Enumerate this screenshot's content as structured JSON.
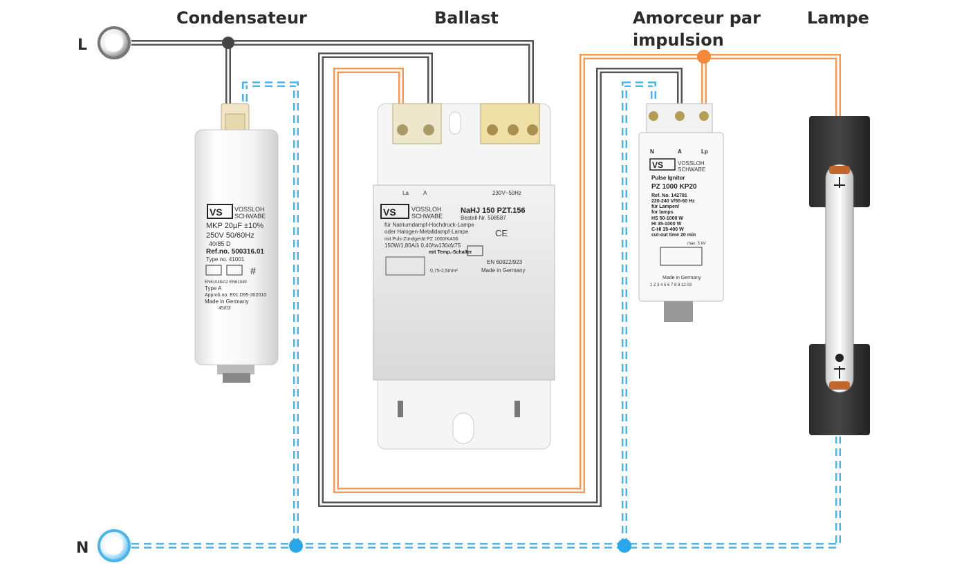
{
  "labels": {
    "line": "L",
    "neutral": "N",
    "capacitor": "Condensateur",
    "ballast": "Ballast",
    "ignitor_line1": "Amorceur par",
    "ignitor_line2": "impulsion",
    "lamp": "Lampe"
  },
  "colors": {
    "phase_wire": "#555555",
    "neutral_wire": "#4fb3e6",
    "ignitor_wire": "#f29a57",
    "node_dark": "#444444",
    "node_blue": "#2aa7ea",
    "node_orange": "#f28a3a"
  },
  "capacitor": {
    "brand1": "VOSSLOH",
    "brand2": "SCHWABE",
    "line1": "MKP 20µF ±10%",
    "line2": "250V  50/60Hz",
    "line3": "40/85      D",
    "line4": "Ref.no. 500316.01",
    "line5": "Type no.  41001",
    "line6": "EN61048/A2  EN61049",
    "line7": "Type A",
    "line8": "Approb.no. E01.D95-302010",
    "line9": "Made in Germany",
    "line10": "45/03"
  },
  "ballast": {
    "brand1": "VOSSLOH",
    "brand2": "SCHWABE",
    "term_la": "La",
    "term_a": "A",
    "supply": "230V~50Hz",
    "model": "NaHJ 150 PZT.156",
    "order": "Bestell-Nr. 508587",
    "line1": "für Natriumdampf-Hochdruck-Lampe",
    "line2": "oder Halogen-Metalldampf-Lampe",
    "line3": "mit Puls-Zündgerät  PZ 1000/KA56",
    "line4": "150W/1,80A/λ 0,40/tw130/Δt75",
    "line5": "mit Temp.-Schalter",
    "ce": "CE",
    "std": "EN 60922/923",
    "wire": "0,75-2,5mm²",
    "made": "Made in Germany"
  },
  "ignitor": {
    "term_n": "N",
    "term_a": "A",
    "term_lp": "Lp",
    "brand1": "VOSSLOH",
    "brand2": "SCHWABE",
    "type": "Pulse Ignitor",
    "model": "PZ 1000 KP20",
    "ref": "Ref. No. 142781",
    "volt": "220-240 V/50-60 Hz",
    "for1": "für Lampen/",
    "for2": "for lamps",
    "hs": "HS 50-1000 W",
    "hi": "HI 35-1000 W",
    "chi": "C-HI 35-400 W",
    "cutout": "cut-out time 20 min",
    "maxkv": "max. 5 kV",
    "made": "Made in Germany",
    "digits": "1 2 3 4 5 6 7 8 9       12 03"
  }
}
